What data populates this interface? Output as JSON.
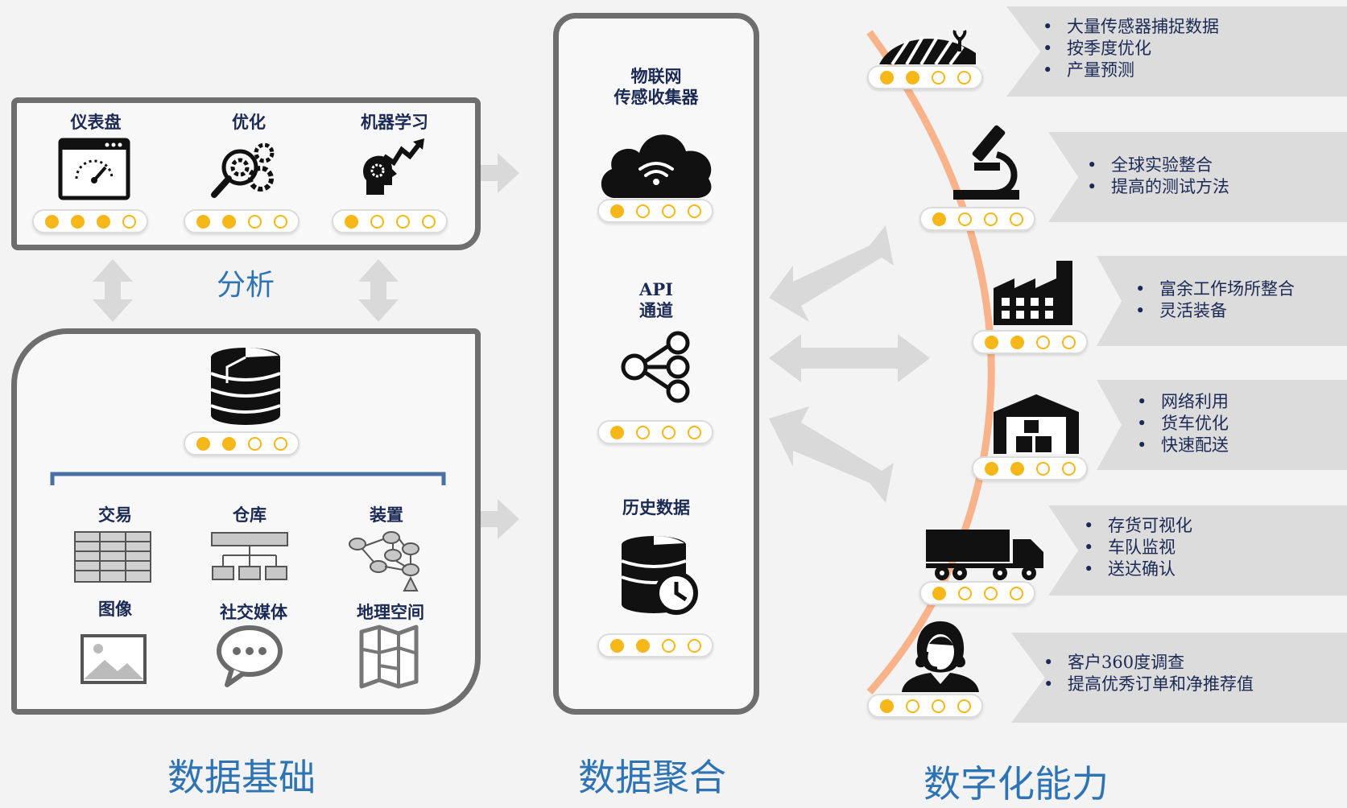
{
  "analytics": {
    "title": "分析",
    "items": [
      {
        "label": "仪表盘",
        "level": 3,
        "icon": "dashboard-icon"
      },
      {
        "label": "优化",
        "level": 2,
        "icon": "optimization-gears-icon"
      },
      {
        "label": "机器学习",
        "level": 1,
        "icon": "machine-learning-icon"
      }
    ]
  },
  "foundation": {
    "title": "数据基础",
    "database_level": 2,
    "sources": [
      {
        "label": "交易",
        "icon": "table-icon"
      },
      {
        "label": "仓库",
        "icon": "warehouse-tree-icon"
      },
      {
        "label": "装置",
        "icon": "device-network-icon"
      },
      {
        "label": "图像",
        "icon": "image-icon"
      },
      {
        "label": "社交媒体",
        "icon": "chat-bubble-icon"
      },
      {
        "label": "地理空间",
        "icon": "map-icon"
      }
    ]
  },
  "aggregation": {
    "title": "数据聚合",
    "items": [
      {
        "label": "物联网\n传感收集器",
        "level": 1,
        "icon": "cloud-wifi-icon"
      },
      {
        "label": "API\n通道",
        "level": 1,
        "icon": "share-network-icon"
      },
      {
        "label": "历史数据",
        "level": 2,
        "icon": "database-clock-icon"
      }
    ]
  },
  "capabilities": {
    "title": "数字化能力",
    "stages": [
      {
        "icon": "farm-field-icon",
        "level": 2,
        "bullets": [
          "大量传感器捕捉数据",
          "按季度优化",
          "产量预测"
        ]
      },
      {
        "icon": "microscope-icon",
        "level": 1,
        "bullets": [
          "全球实验整合",
          "提高的测试方法"
        ]
      },
      {
        "icon": "factory-icon",
        "level": 2,
        "bullets": [
          "富余工作场所整合",
          "灵活装备"
        ]
      },
      {
        "icon": "warehouse-icon",
        "level": 2,
        "bullets": [
          "网络利用",
          "货车优化",
          "快速配送"
        ]
      },
      {
        "icon": "truck-icon",
        "level": 1,
        "bullets": [
          "存货可视化",
          "车队监视",
          "送达确认"
        ]
      },
      {
        "icon": "customer-service-icon",
        "level": 1,
        "bullets": [
          "客户360度调查",
          "提高优秀订单和净推荐值"
        ]
      }
    ]
  },
  "colors": {
    "accent_yellow": "#f5b719",
    "curve_orange": "#f8b38a",
    "title_blue": "#2e74b5",
    "panel_border": "#6e6e6e"
  }
}
